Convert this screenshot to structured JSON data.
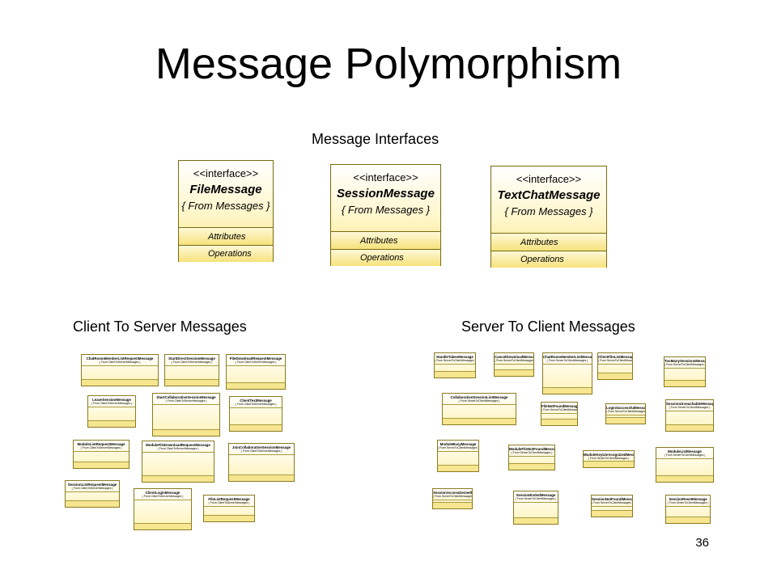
{
  "title": "Message Polymorphism",
  "sections": {
    "interfaces": "Message Interfaces",
    "client_to_server": "Client To Server Messages",
    "server_to_client": "Server To Client Messages"
  },
  "page_number": "36",
  "interfaces": [
    {
      "stereotype": "<<interface>>",
      "name": "FileMessage",
      "from": "{ From Messages }",
      "attributes": "Attributes",
      "operations": "Operations"
    },
    {
      "stereotype": "<<interface>>",
      "name": "SessionMessage",
      "from": "{ From Messages }",
      "attributes": "Attributes",
      "operations": "Operations"
    },
    {
      "stereotype": "<<interface>>",
      "name": "TextChatMessage",
      "from": "{ From Messages }",
      "attributes": "Attributes",
      "operations": "Operations"
    }
  ],
  "client_classes": [
    {
      "name": "ChatRoomMemberListRequestMessage",
      "from": "( From ClientToServerMessages )"
    },
    {
      "name": "StartDirectSessionMessage",
      "from": "( From ClientToServerMessages )"
    },
    {
      "name": "FileDownloadRequestMessage",
      "from": "( From ClientToServerMessages )"
    },
    {
      "name": "LeaveSessionMessage",
      "from": "( From ClientToServerMessages )"
    },
    {
      "name": "StartCollaborativeSessionMessage",
      "from": "( From ClientToServerMessages )"
    },
    {
      "name": "ClientTextMessage",
      "from": "( From ClientToServerMessages )"
    },
    {
      "name": "ModuleListRequestMessage",
      "from": "( From ClientToServerMessages )"
    },
    {
      "name": "ModuleFileDownloadRequestMessage",
      "from": "( From ClientToServerMessages )"
    },
    {
      "name": "JoinCollaborativeSessionMessage",
      "from": "( From ClientToServerMessages )"
    },
    {
      "name": "SessionListRequestMessage",
      "from": "( From ClientToServerMessages )"
    },
    {
      "name": "ClientLoginMessage",
      "from": "( From ClientToServerMessages )"
    },
    {
      "name": "FileListRequestMessage",
      "from": "( From ClientToServerMessages )"
    }
  ],
  "server_classes": [
    {
      "name": "HandleTakenMessage",
      "from": "( From ServerToClientMessages )"
    },
    {
      "name": "CancelDownloadMessage",
      "from": "( From ServerToClientMessages )"
    },
    {
      "name": "ChatRoomMemberListMessage",
      "from": "( From ServerToClientMessages )"
    },
    {
      "name": "ClientFileListMessage",
      "from": "( From ServerToClientMessages )"
    },
    {
      "name": "TooManySessionsMessage",
      "from": "( From ServerToClientMessages )"
    },
    {
      "name": "CollaborativeSessionListMessage",
      "from": "( From ServerToClientMessages )"
    },
    {
      "name": "FileNotFoundMessage",
      "from": "( From ServerToClientMessages )"
    },
    {
      "name": "LoginSuccessfulMessage",
      "from": "( From ServerToClientMessages )"
    },
    {
      "name": "SessionUnreachableMessage",
      "from": "( From ServerToClientMessages )"
    },
    {
      "name": "ModuleBusyMessage",
      "from": "( From ServerToClientMessages )"
    },
    {
      "name": "ModuleFileNotFoundMessage",
      "from": "( From ServerToClientMessages )"
    },
    {
      "name": "ModuleKeyUnrecognizedMessage",
      "from": "( From ServerToClientMessages )"
    },
    {
      "name": "ModuleListMessage",
      "from": "( From ServerToClientMessages )"
    },
    {
      "name": "SessionAccessDeniedMessage",
      "from": "( From ServerToClientMessages )"
    },
    {
      "name": "SessionEndedMessage",
      "from": "( From ServerToClientMessages )"
    },
    {
      "name": "SessionNotFoundMessage",
      "from": "( From ServerToClientMessages )"
    },
    {
      "name": "SessionResetMessage",
      "from": "( From ServerToClientMessages )"
    }
  ]
}
